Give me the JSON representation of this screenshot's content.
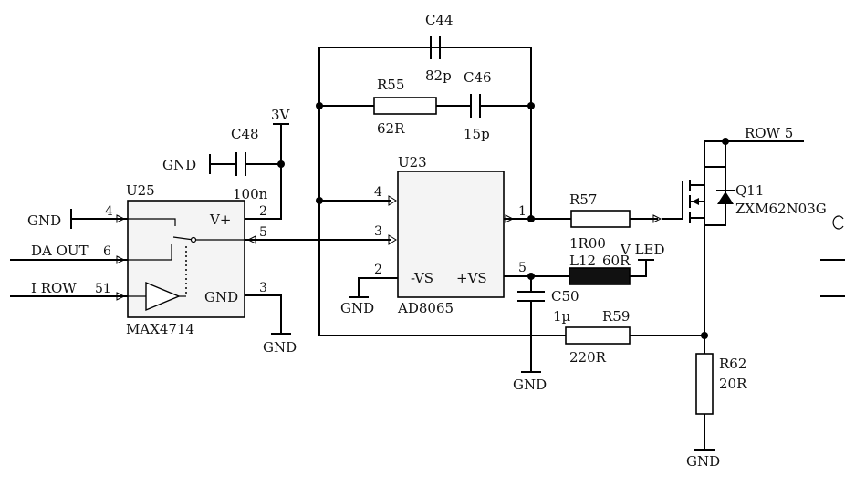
{
  "power": {
    "v3": "3V",
    "gnd": "GND"
  },
  "nets": {
    "row5": "ROW 5",
    "da_out": "DA OUT",
    "i_row": "I ROW",
    "v_led": "V LED"
  },
  "u25": {
    "ref": "U25",
    "part": "MAX4714",
    "vplus": "V+",
    "gnd_pin": "GND",
    "pins": {
      "p1": "4",
      "p2": "2",
      "p3": "6",
      "p4": "5",
      "p5": "51",
      "p6": "3"
    }
  },
  "u23": {
    "ref": "U23",
    "part": "AD8065",
    "minus_vs": "-VS",
    "plus_vs": "+VS",
    "pins": {
      "p4": "4",
      "p3": "3",
      "p2": "2",
      "p1": "1",
      "p5": "5"
    }
  },
  "c44": {
    "ref": "C44",
    "value": "82p"
  },
  "c46": {
    "ref": "C46",
    "value": "15p"
  },
  "c48": {
    "ref": "C48",
    "value": "100n"
  },
  "c50": {
    "ref": "C50",
    "value": "1µ"
  },
  "r55": {
    "ref": "R55",
    "value": "62R"
  },
  "r57": {
    "ref": "R57",
    "value": "1R00"
  },
  "r59": {
    "ref": "R59",
    "value": "220R"
  },
  "r62": {
    "ref": "R62",
    "value": "20R"
  },
  "l12": {
    "ref": "L12",
    "value": "60R"
  },
  "q11": {
    "ref": "Q11",
    "part": "ZXM62N03G"
  }
}
